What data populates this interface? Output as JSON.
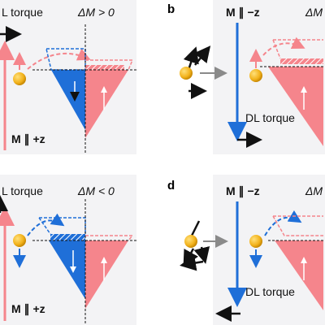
{
  "panels": {
    "a": {
      "label_top": "L torque",
      "delta": "ΔM > 0",
      "mag": "M ∥ +z"
    },
    "b": {
      "letter": "b",
      "mag": "M ∥ −z",
      "delta_partial": "ΔM",
      "torque": "DL torque"
    },
    "c": {
      "label_top": "L torque",
      "delta": "ΔM < 0",
      "mag": "M ∥ +z"
    },
    "d": {
      "letter": "d",
      "mag": "M ∥ −z",
      "delta_partial": "ΔM",
      "torque": "DL torque"
    }
  },
  "colors": {
    "pink": "#f5858c",
    "pink_light": "#f8a9ae",
    "blue": "#1f6fd8",
    "gray_bg": "#f3f3f5",
    "black": "#111111",
    "gold": "#f2b21b"
  }
}
